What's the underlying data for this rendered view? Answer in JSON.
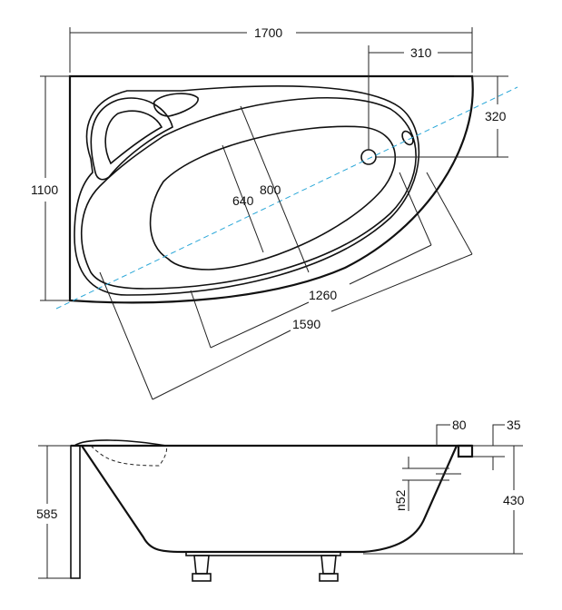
{
  "top_view": {
    "length": "1700",
    "width": "1100",
    "drain_offset_x": "310",
    "drain_offset_y": "320",
    "inner_width": "640",
    "outer_inner_width": "800",
    "inner_length": "1260",
    "outer_inner_length": "1590"
  },
  "side_view": {
    "rim_width": "80",
    "rim_thickness": "35",
    "total_height": "585",
    "depth": "430",
    "overflow": "n52"
  }
}
